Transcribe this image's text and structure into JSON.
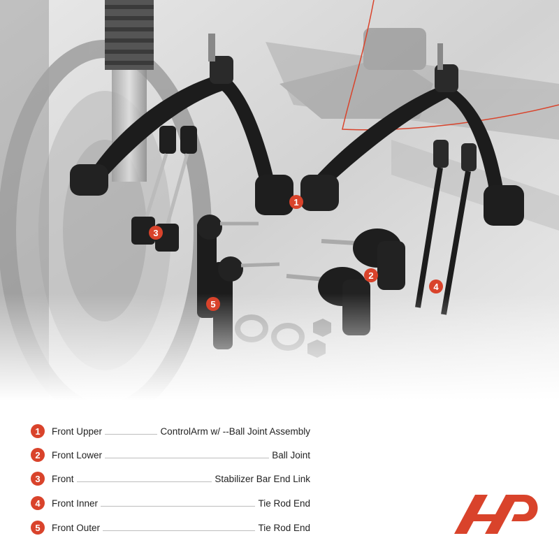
{
  "callouts": [
    {
      "number": "1",
      "left": "Front Upper",
      "right": "ControlArm w/ --Ball Joint Assembly"
    },
    {
      "number": "2",
      "left": "Front Lower",
      "right": "Ball Joint"
    },
    {
      "number": "3",
      "left": "Front",
      "right": "Stabilizer Bar End Link"
    },
    {
      "number": "4",
      "left": "Front Inner",
      "right": "Tie Rod End"
    },
    {
      "number": "5",
      "left": "Front Outer",
      "right": "Tie Rod End"
    }
  ],
  "colors": {
    "accent": "#d9432b",
    "text": "#222222",
    "leader": "#bdbdbd"
  },
  "icons": [
    "brand-logo"
  ]
}
